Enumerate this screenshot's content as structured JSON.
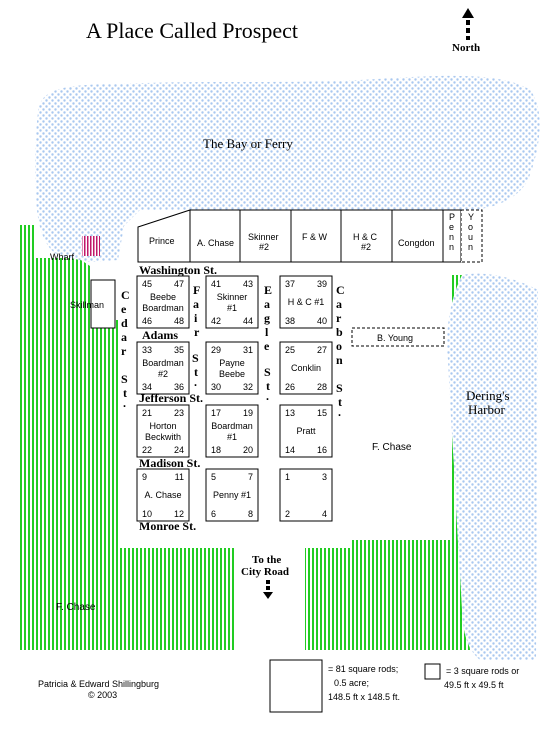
{
  "title": "A Place Called Prospect",
  "north_label": "North",
  "water": {
    "bay": "The Bay or Ferry",
    "harbor": "Dering's Harbor"
  },
  "wharf": "Wharf",
  "skillman": "Skillman",
  "top_row": [
    "Prince",
    "A. Chase",
    "Skinner #2",
    "F & W",
    "H & C #2",
    "Congdon"
  ],
  "penn": "Penn",
  "youn": "Youn",
  "streets": {
    "washington": "Washington St.",
    "adams": "Adams",
    "jefferson": "Jefferson St.",
    "madison": "Madison St.",
    "monroe": "Monroe St.",
    "cedar": "Cedar St.",
    "fair": "Fair St.",
    "eagle": "Eagle St.",
    "carbon": "Carbon St."
  },
  "b_young": "B. Young",
  "f_chase_right": "F. Chase",
  "f_chase_left": "F. Chase",
  "city_road": "To the City Road",
  "blocks": [
    {
      "id": "b1",
      "tl": "45",
      "tr": "47",
      "bl": "46",
      "br": "48",
      "name1": "Beebe",
      "name2": "Boardman"
    },
    {
      "id": "b2",
      "tl": "41",
      "tr": "43",
      "bl": "42",
      "br": "44",
      "name1": "Skinner",
      "name2": "#1"
    },
    {
      "id": "b3",
      "tl": "37",
      "tr": "39",
      "bl": "38",
      "br": "40",
      "name1": "H & C #1",
      "name2": ""
    },
    {
      "id": "b4",
      "tl": "33",
      "tr": "35",
      "bl": "34",
      "br": "36",
      "name1": "Boardman",
      "name2": "#2"
    },
    {
      "id": "b5",
      "tl": "29",
      "tr": "31",
      "bl": "30",
      "br": "32",
      "name1": "Payne",
      "name2": "Beebe"
    },
    {
      "id": "b6",
      "tl": "25",
      "tr": "27",
      "bl": "26",
      "br": "28",
      "name1": "Conklin",
      "name2": ""
    },
    {
      "id": "b7",
      "tl": "21",
      "tr": "23",
      "bl": "22",
      "br": "24",
      "name1": "Horton",
      "name2": "Beckwith"
    },
    {
      "id": "b8",
      "tl": "17",
      "tr": "19",
      "bl": "18",
      "br": "20",
      "name1": "Boardman",
      "name2": "#1"
    },
    {
      "id": "b9",
      "tl": "13",
      "tr": "15",
      "bl": "14",
      "br": "16",
      "name1": "Pratt",
      "name2": ""
    },
    {
      "id": "b10",
      "tl": "9",
      "tr": "11",
      "bl": "10",
      "br": "12",
      "name1": "A. Chase",
      "name2": ""
    },
    {
      "id": "b11",
      "tl": "5",
      "tr": "7",
      "bl": "6",
      "br": "8",
      "name1": "Penny #1",
      "name2": ""
    },
    {
      "id": "b12",
      "tl": "1",
      "tr": "3",
      "bl": "2",
      "br": "4",
      "name1": "",
      "name2": ""
    }
  ],
  "legend": {
    "large": [
      "= 81 square rods;",
      "0.5 acre;",
      "148.5 ft x 148.5 ft."
    ],
    "small": [
      "= 3 square rods or",
      "49.5 ft x 49.5 ft"
    ]
  },
  "credit": [
    "Patricia & Edward Shillingburg",
    "© 2003"
  ],
  "colors": {
    "grass": "#22cc22",
    "water": "#a9c8f0",
    "ink": "#000000"
  }
}
